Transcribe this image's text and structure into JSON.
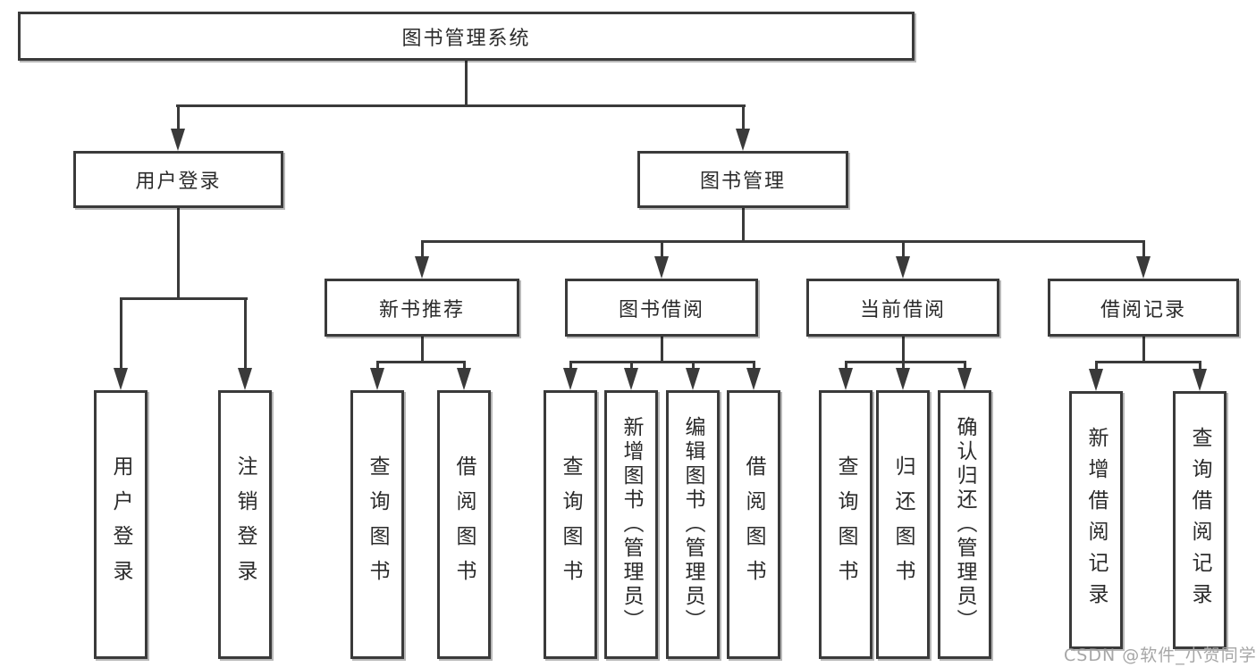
{
  "colors": {
    "line": "#3a3a3a",
    "text": "#2b2b2b",
    "box_background": "#ffffff",
    "watermark": "#a6a6a6"
  },
  "watermark": "CSDN @软件_小贺同学",
  "tree": {
    "root": {
      "label": "图书管理系统",
      "children": [
        {
          "label": "用户登录",
          "children": [
            {
              "label": "用户登录"
            },
            {
              "label": "注销登录"
            }
          ]
        },
        {
          "label": "图书管理",
          "children": [
            {
              "label": "新书推荐",
              "children": [
                {
                  "label": "查询图书"
                },
                {
                  "label": "借阅图书"
                }
              ]
            },
            {
              "label": "图书借阅",
              "children": [
                {
                  "label": "查询图书"
                },
                {
                  "label": "新增图书（管理员）"
                },
                {
                  "label": "编辑图书（管理员）"
                },
                {
                  "label": "借阅图书"
                }
              ]
            },
            {
              "label": "当前借阅",
              "children": [
                {
                  "label": "查询图书"
                },
                {
                  "label": "归还图书"
                },
                {
                  "label": "确认归还（管理员）"
                }
              ]
            },
            {
              "label": "借阅记录",
              "children": [
                {
                  "label": "新增借阅记录"
                },
                {
                  "label": "查询借阅记录"
                }
              ]
            }
          ]
        }
      ]
    }
  }
}
